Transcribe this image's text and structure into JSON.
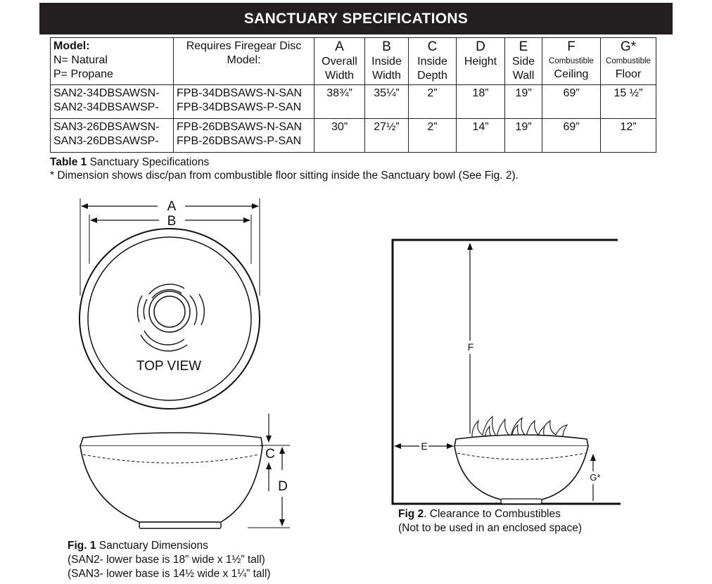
{
  "banner": {
    "title": "SANCTUARY SPECIFICATIONS"
  },
  "table": {
    "header": {
      "model": [
        "Model:",
        "N= Natural",
        "P= Propane"
      ],
      "disc": [
        "Requires Firegear Disc",
        "Model:"
      ],
      "a": [
        "A",
        "Overall",
        "Width"
      ],
      "b": [
        "B",
        "Inside",
        "Width"
      ],
      "c": [
        "C",
        "Inside",
        "Depth"
      ],
      "d": [
        "D",
        "Height"
      ],
      "e": [
        "E",
        "Side",
        "Wall"
      ],
      "f": [
        "F",
        "Combustible",
        "Ceiling"
      ],
      "g": [
        "G*",
        "Combustible",
        "Floor"
      ]
    },
    "rows": [
      {
        "model": [
          "SAN2-34DBSAWSN-",
          "SAN2-34DBSAWSP-"
        ],
        "disc": [
          "FPB-34DBSAWS-N-SAN",
          "FPB-34DBSAWS-P-SAN"
        ],
        "a": "38¾”",
        "b": "35¼”",
        "c": "2”",
        "d": "18”",
        "e": "19”",
        "f": "69”",
        "g": "15 ½”"
      },
      {
        "model": [
          "SAN3-26DBSAWSN-",
          "SAN3-26DBSAWSP-"
        ],
        "disc": [
          "FPB-26DBSAWS-N-SAN",
          "FPB-26DBSAWS-P-SAN"
        ],
        "a": "30”",
        "b": "27½”",
        "c": "2”",
        "d": "14”",
        "e": "19”",
        "f": "69”",
        "g": "12”"
      }
    ]
  },
  "caption": {
    "label": "Table 1",
    "text": " Sanctuary Specifications",
    "note": "* Dimension shows disc/pan from combustible floor sitting inside the Sanctuary bowl (See Fig. 2)."
  },
  "fig1": {
    "label_a": "A",
    "label_b": "B",
    "top_view": "TOP VIEW",
    "label_c": "C",
    "label_d": "D",
    "caption_label": "Fig. 1",
    "caption_text": " Sanctuary Dimensions",
    "caption_line2": "(SAN2- lower base is 18” wide x 1½” tall)",
    "caption_line3": "(SAN3- lower base is 14½ wide x 1¼” tall)"
  },
  "fig2": {
    "label_f": "F",
    "label_e": "E",
    "label_g": "G*",
    "caption_label": "Fig  2",
    "caption_text": ". Clearance to Combustibles",
    "caption_line2": "(Not to be used in an enclosed space)"
  }
}
